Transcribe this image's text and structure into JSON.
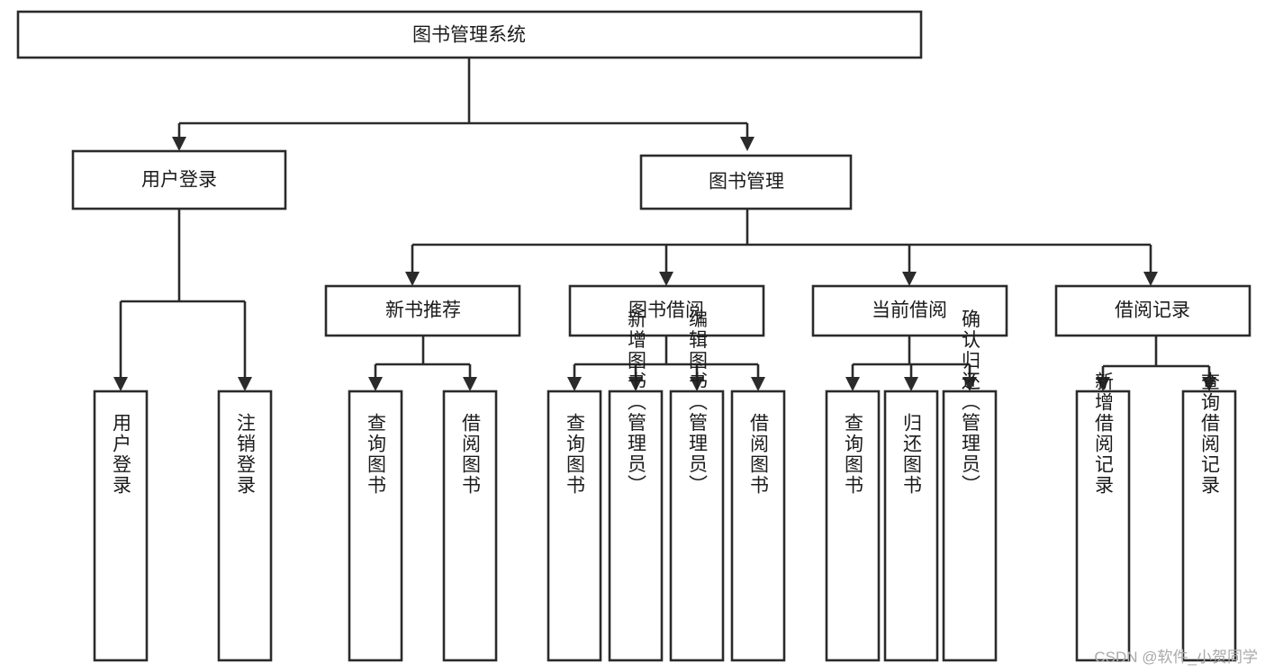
{
  "diagram": {
    "title": "图书管理系统",
    "type": "tree",
    "style": {
      "box_fill": "#ffffff",
      "box_stroke": "#2b2b2b",
      "text_color": "#1b1b1b",
      "background": "#ffffff",
      "watermark_color": "#a9a9a9"
    },
    "root": {
      "label": "图书管理系统"
    },
    "level1": [
      {
        "label": "用户登录"
      },
      {
        "label": "图书管理"
      }
    ],
    "level2": [
      {
        "label": "新书推荐"
      },
      {
        "label": "图书借阅"
      },
      {
        "label": "当前借阅"
      },
      {
        "label": "借阅记录"
      }
    ],
    "leaves": {
      "user_login": [
        {
          "label": "用户登录"
        },
        {
          "label": "注销登录"
        }
      ],
      "new_book_recommend": [
        {
          "label": "查询图书"
        },
        {
          "label": "借阅图书"
        }
      ],
      "book_borrow": [
        {
          "label": "查询图书"
        },
        {
          "label": "新增图书（管理员）"
        },
        {
          "label": "编辑图书（管理员）"
        },
        {
          "label": "借阅图书"
        }
      ],
      "current_borrow": [
        {
          "label": "查询图书"
        },
        {
          "label": "归还图书"
        },
        {
          "label": "确认归还（管理员）"
        }
      ],
      "borrow_record": [
        {
          "label": "新增借阅记录"
        },
        {
          "label": "查询借阅记录"
        }
      ]
    }
  },
  "watermark": {
    "text": "CSDN @软件_小贺同学"
  }
}
